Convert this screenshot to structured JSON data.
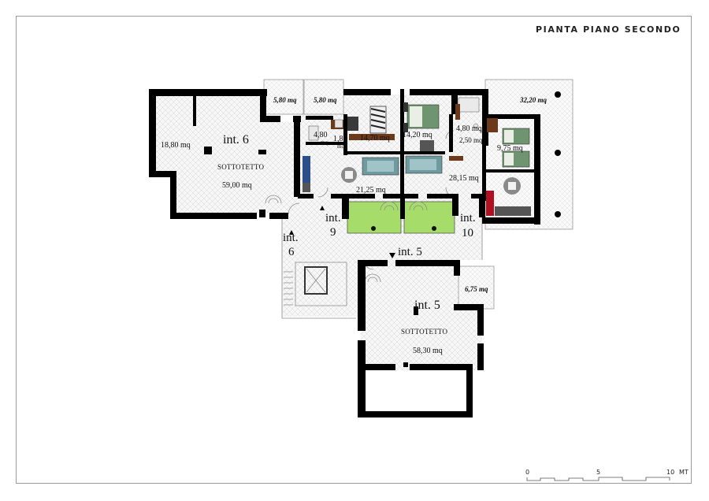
{
  "title": "PIANTA PIANO SECONDO",
  "scale": {
    "ticks": [
      "0",
      "5",
      "10"
    ],
    "unit": "MT"
  },
  "rooms": {
    "terrace_left_1": "5,80 mq",
    "terrace_left_2": "5,80 mq",
    "terrace_right": "32,20 mq",
    "int6_side": "18,80 mq",
    "int6_main_label": "SOTTOTETTO",
    "int6_main_area": "59,00 mq",
    "int9_bath": "4,80",
    "int9_bath_unit": "mq",
    "int9_wc": "1,80",
    "int9_wc_unit": "mq",
    "int9_bed": "14,70 mq",
    "int9_living": "21,25 mq",
    "int10_bed_master": "14,20 mq",
    "int10_bath": "4,80 mq",
    "int10_hall": "2,50 mq",
    "int10_bed_small": "9,75 mq",
    "int10_living": "28,15 mq",
    "int5_balcony": "6,75 mq",
    "int5_main_label": "SOTTOTETTO",
    "int5_main_area": "58,30 mq"
  },
  "units": {
    "int6_room": "int. 6",
    "int6_entry_a": "int.",
    "int6_entry_b": "6",
    "int9_entry_a": "int.",
    "int9_entry_b": "9",
    "int10_entry_a": "int.",
    "int10_entry_b": "10",
    "int5_entry": "int. 5",
    "int5_room": "int. 5"
  },
  "colors": {
    "wall": "#000000",
    "terrace_fill": "#f4f4f4",
    "courtyard_green": "#a6dc6a",
    "kitchen_red": "#b01020",
    "bed_green": "#6e9470",
    "wood_brown": "#6b3a1a",
    "sofa_teal": "#6f9aa0",
    "appliance_blue": "#2b4f8a"
  }
}
